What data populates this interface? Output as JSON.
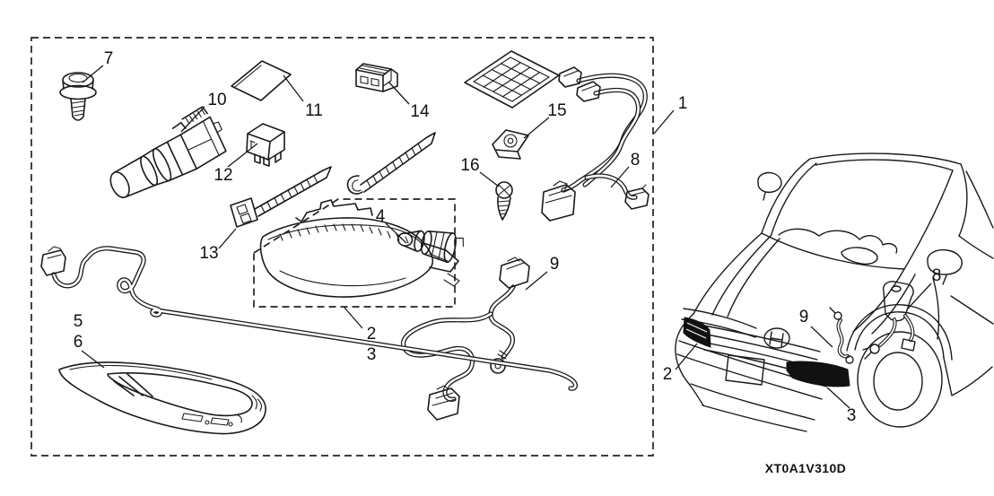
{
  "diagram": {
    "background": "#ffffff",
    "line_color": "#1a1a1a",
    "part_code": "XT0A1V310D",
    "callouts": {
      "n1": "1",
      "n2": "2",
      "n3": "3",
      "n4": "4",
      "n5": "5",
      "n6": "6",
      "n7": "7",
      "n8": "8",
      "n9": "9",
      "n10": "10",
      "n11": "11",
      "n12": "12",
      "n13": "13",
      "n14": "14",
      "n15": "15",
      "n16": "16"
    }
  }
}
